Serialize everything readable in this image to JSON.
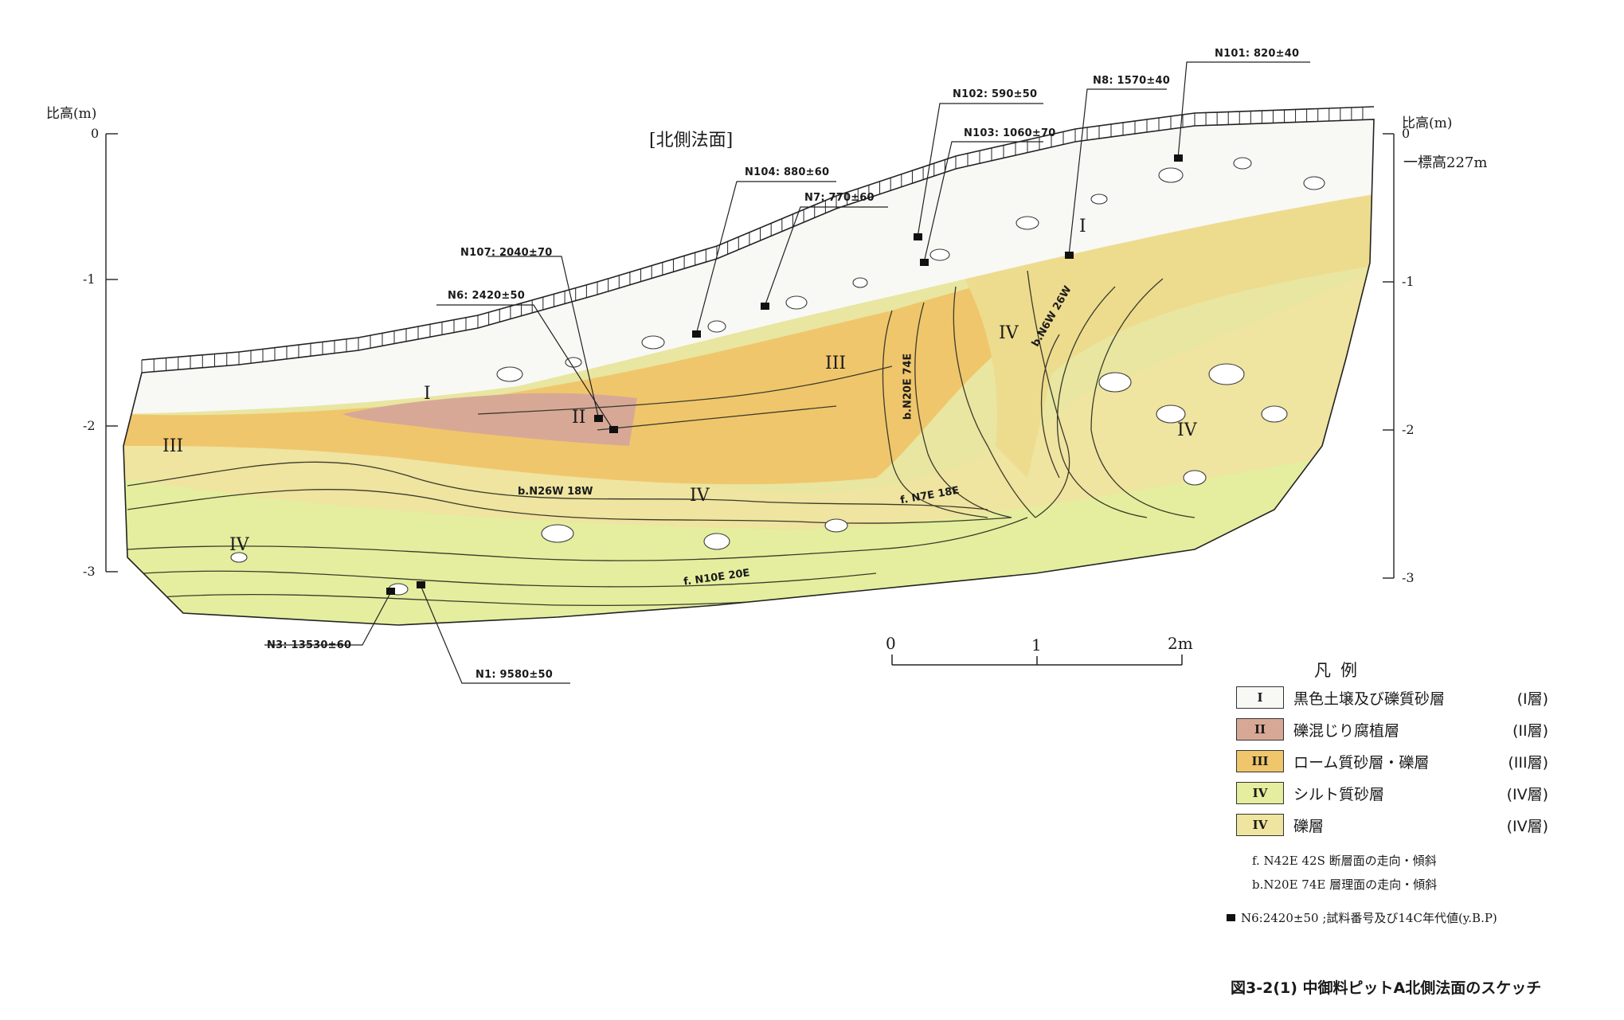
{
  "face_title": "[北側法面]",
  "axis": {
    "left_label": "比高(m)",
    "right_label": "比高(m)",
    "left_ticks": [
      "0",
      "-1",
      "-2",
      "-3"
    ],
    "right_ticks": [
      "0",
      "-1",
      "-2",
      "-3"
    ],
    "elevation_note": "一標高227m"
  },
  "samples": [
    {
      "id": "N101",
      "label": "N101: 820±40"
    },
    {
      "id": "N8",
      "label": "N8: 1570±40"
    },
    {
      "id": "N102",
      "label": "N102: 590±50"
    },
    {
      "id": "N103",
      "label": "N103: 1060±70"
    },
    {
      "id": "N104",
      "label": "N104: 880±60"
    },
    {
      "id": "N7",
      "label": "N7: 770±60"
    },
    {
      "id": "N107",
      "label": "N107: 2040±70"
    },
    {
      "id": "N6",
      "label": "N6: 2420±50"
    },
    {
      "id": "N3",
      "label": "N3: 13530±60"
    },
    {
      "id": "N1",
      "label": "N1: 9580±50"
    }
  ],
  "layer_labels": {
    "I": "I",
    "II": "II",
    "III": "III",
    "IV": "IV"
  },
  "structure_labels": {
    "b_n26w": "b.N26W 18W",
    "f_n7e": "f. N7E 18E",
    "f_n10e": "f. N10E 20E",
    "b_n20e": "b.N20E 74E",
    "b_n6w": "b.N6W 26W"
  },
  "scale_bar": {
    "ticks": [
      "0",
      "1",
      "2m"
    ]
  },
  "legend": {
    "title": "凡例",
    "items": [
      {
        "symbol": "I",
        "text": "黒色土壌及び礫質砂層",
        "code": "(I層)",
        "color": "#f7f7f4"
      },
      {
        "symbol": "II",
        "text": "礫混じり腐植層",
        "code": "(II層)",
        "color": "#d9a99b"
      },
      {
        "symbol": "III",
        "text": "ローム質砂層・礫層",
        "code": "(III層)",
        "color": "#f1c66a"
      },
      {
        "symbol": "IV",
        "text": "シルト質砂層",
        "code": "(IV層)",
        "color": "#e2ec9a"
      },
      {
        "symbol": "IV",
        "text": "礫層",
        "code": "(IV層)",
        "color": "#ede39a"
      }
    ],
    "notes": [
      "f. N42E 42S 断層面の走向・傾斜",
      "b.N20E 74E 層理面の走向・傾斜",
      "N6:2420±50 ;試料番号及び14C年代値(y.B.P)"
    ]
  },
  "caption": "図3-2(1) 中御料ピットA北側法面のスケッチ",
  "colors": {
    "layer_I": "#f7f7f4",
    "layer_II": "#d9a99b",
    "layer_III": "#f1c66a",
    "layer_IV_silt": "#e2ec9a",
    "layer_IV_gravel": "#ede39a",
    "line": "#2a2a2a"
  }
}
